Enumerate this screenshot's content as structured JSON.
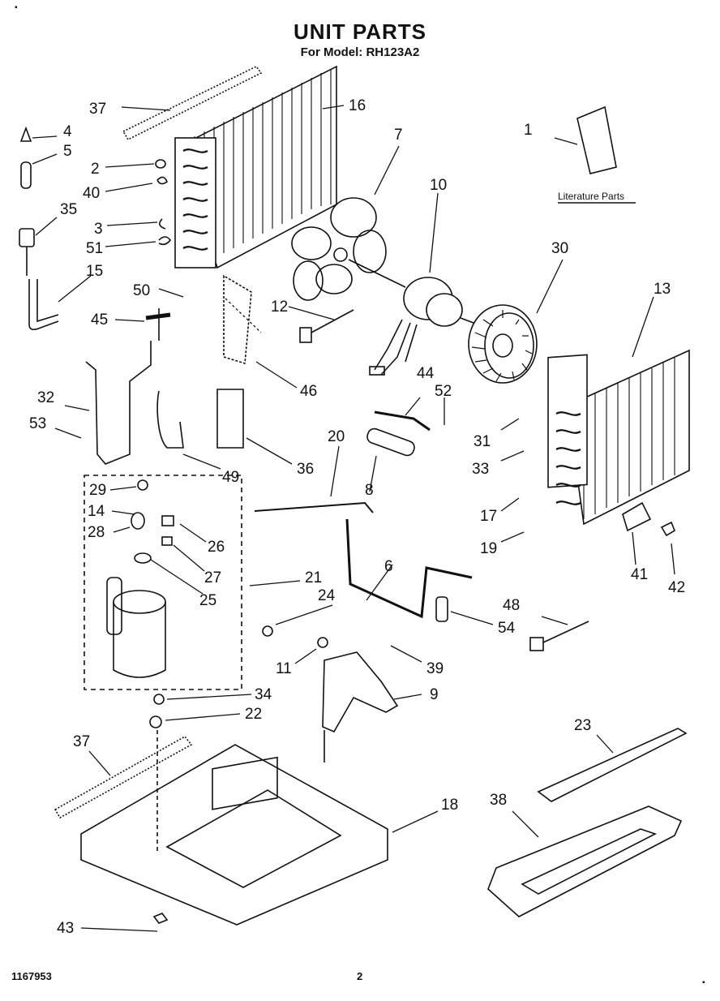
{
  "header": {
    "title": "UNIT PARTS",
    "model": "For Model: RH123A2"
  },
  "footer": {
    "part_number": "1167953",
    "page": "2"
  },
  "literature_label": "Literature Parts",
  "callouts": [
    "1",
    "2",
    "3",
    "4",
    "5",
    "6",
    "7",
    "8",
    "9",
    "10",
    "11",
    "12",
    "13",
    "14",
    "15",
    "16",
    "17",
    "18",
    "19",
    "20",
    "21",
    "22",
    "23",
    "24",
    "25",
    "26",
    "27",
    "28",
    "29",
    "30",
    "31",
    "32",
    "33",
    "34",
    "35",
    "36",
    "37",
    "37",
    "38",
    "39",
    "40",
    "41",
    "42",
    "43",
    "44",
    "45",
    "46",
    "48",
    "49",
    "50",
    "51",
    "52",
    "53",
    "54"
  ]
}
